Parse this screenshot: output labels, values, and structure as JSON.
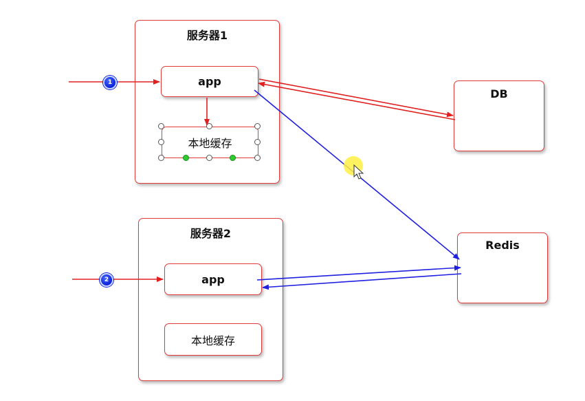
{
  "server1": {
    "title": "服务器1",
    "app_label": "app",
    "cache_label": "本地缓存"
  },
  "server2": {
    "title": "服务器2",
    "app_label": "app",
    "cache_label": "本地缓存"
  },
  "db": {
    "label": "DB"
  },
  "redis": {
    "label": "Redis"
  },
  "badges": {
    "one": "1",
    "two": "2"
  },
  "colors": {
    "red_wire": "#e02020",
    "blue_wire": "#1f1fe0",
    "box_border": "#e03a3a",
    "cursor_highlight": "#ffee44"
  }
}
